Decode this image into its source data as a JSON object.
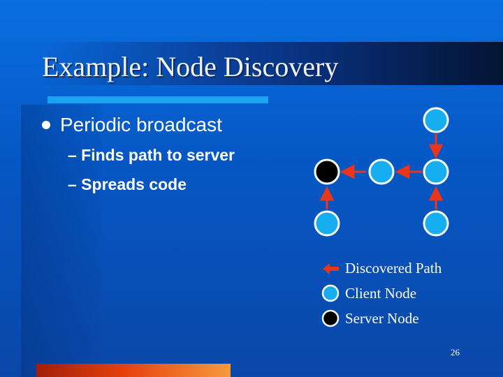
{
  "slide": {
    "title": "Example: Node Discovery",
    "bullet": "Periodic broadcast",
    "sub_bullets": [
      "– Finds path to server",
      "– Spreads code"
    ],
    "page_number": "26"
  },
  "legend": {
    "discovered_path": "Discovered Path",
    "client_node": "Client Node",
    "server_node": "Server Node"
  },
  "colors": {
    "client_node": "#16aef0",
    "server_node": "#000000",
    "path_arrow": "#e8361c",
    "node_outline": "#ffffff"
  }
}
